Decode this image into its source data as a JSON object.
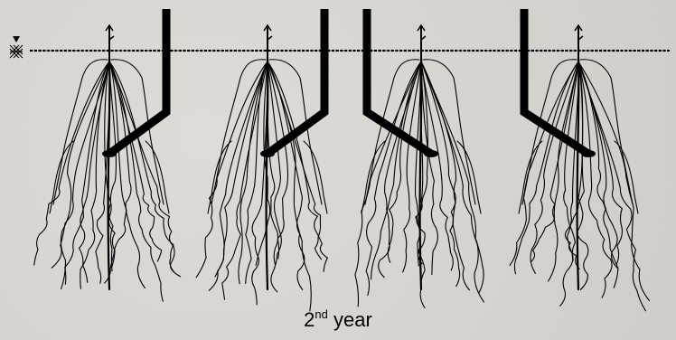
{
  "diagram": {
    "caption": {
      "prefix": "2",
      "superscript": "nd",
      "suffix": " year"
    },
    "plants": [
      {
        "id": 1,
        "drip_side": "right"
      },
      {
        "id": 2,
        "drip_side": "right"
      },
      {
        "id": 3,
        "drip_side": "left"
      },
      {
        "id": 4,
        "drip_side": "left"
      }
    ],
    "soil_surface": {
      "style": "dotted"
    },
    "colors": {
      "background": "#d9d6d1",
      "ink": "#000000"
    }
  }
}
